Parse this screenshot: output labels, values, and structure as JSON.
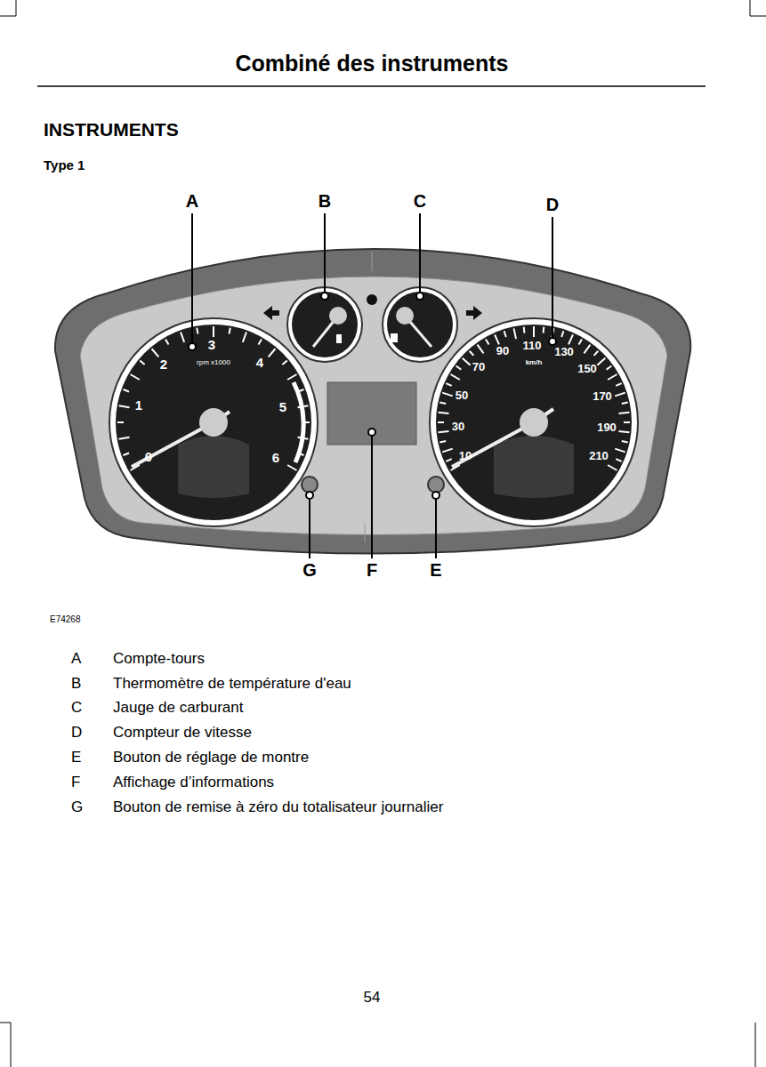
{
  "diagram": {
    "title": "Combiné des instruments",
    "labels": [
      "INSTRUMENTS",
      "Type 1",
      "A",
      "B",
      "C",
      "D",
      "G",
      "F",
      "E",
      "0",
      "1",
      "2",
      "3",
      "4",
      "5",
      "6",
      "rpm x1000",
      "10",
      "30",
      "50",
      "70",
      "90",
      "110",
      "130",
      "150",
      "170",
      "190",
      "210",
      "km/h",
      "E74268",
      "A",
      "Compte-tours",
      "B",
      "Thermomètre de température d'eau",
      "C",
      "Jauge de carburant",
      "D",
      "Compteur de vitesse",
      "E",
      "Bouton de réglage de montre",
      "F",
      "Affichage d’informations",
      "G",
      "Bouton de remise à zéro du totalisateur journalier",
      "54"
    ]
  }
}
